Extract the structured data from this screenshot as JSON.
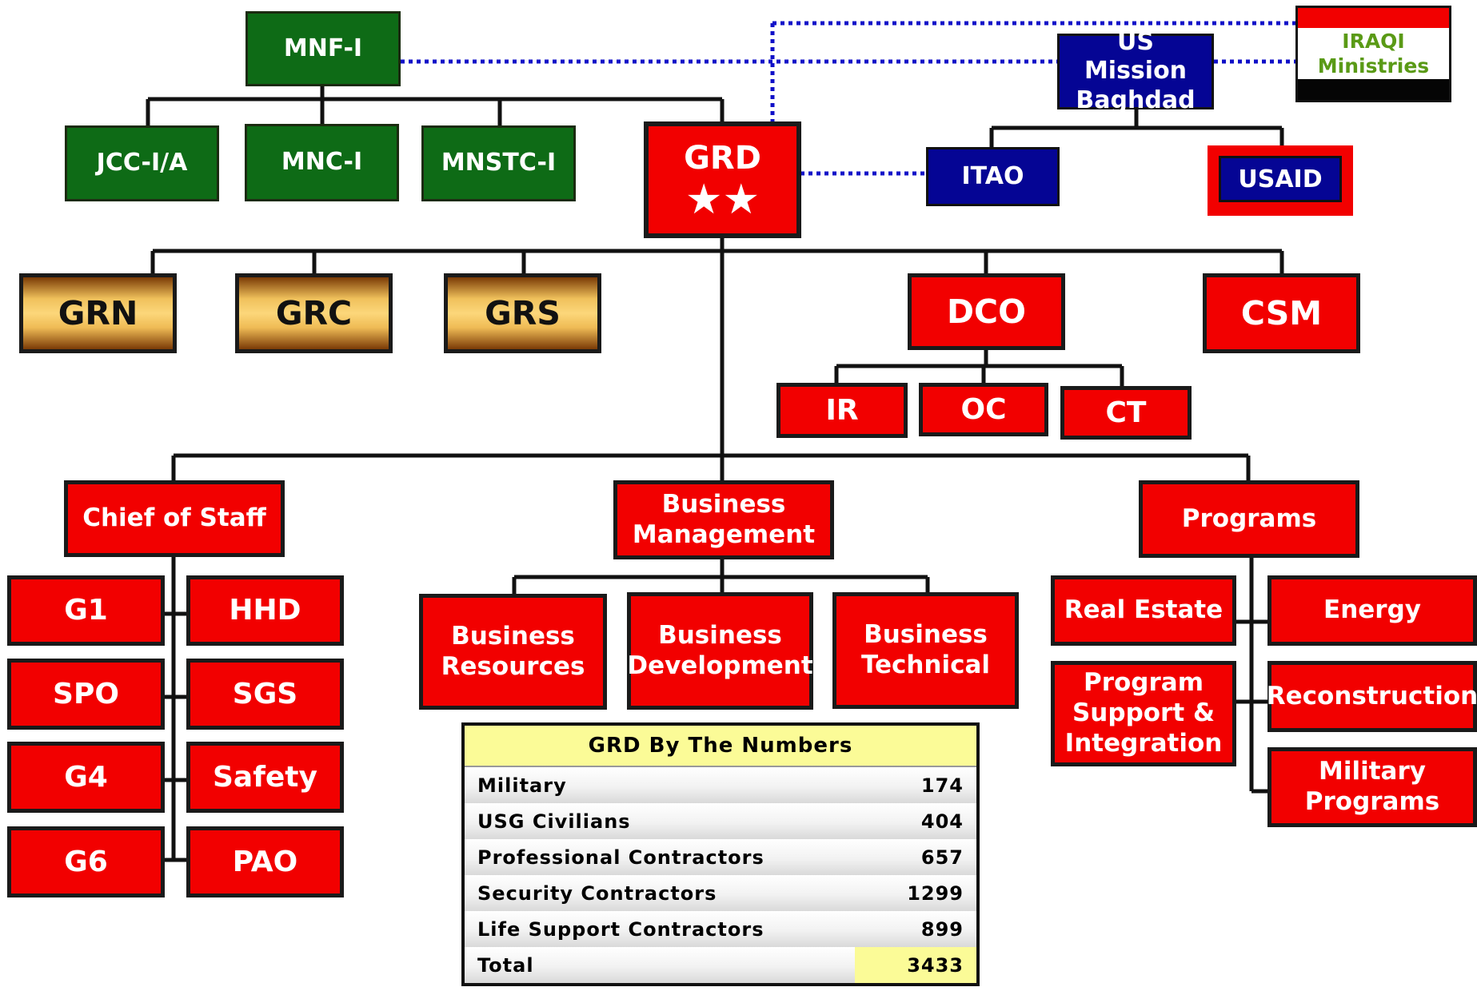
{
  "top": {
    "mnf_i": "MNF-I",
    "jcc": "JCC-I/A",
    "mnc": "MNC-I",
    "mnstc": "MNSTC-I",
    "grd": "GRD",
    "grd_stars": "★★",
    "us_mission": "US Mission Baghdad",
    "iraqi_ministries": "IRAQI Ministries",
    "itao": "ITAO",
    "usaid": "USAID"
  },
  "regions": {
    "grn": "GRN",
    "grc": "GRC",
    "grs": "GRS",
    "dco": "DCO",
    "csm": "CSM",
    "ir": "IR",
    "oc": "OC",
    "ct": "CT"
  },
  "staff": {
    "chief": "Chief of Staff",
    "items": [
      "G1",
      "HHD",
      "SPO",
      "SGS",
      "G4",
      "Safety",
      "G6",
      "PAO"
    ]
  },
  "business": {
    "management": "Business Management",
    "resources": "Business Resources",
    "development": "Business Development",
    "technical": "Business Technical"
  },
  "programs": {
    "head": "Programs",
    "real_estate": "Real Estate",
    "energy": "Energy",
    "psi": "Program Support & Integration",
    "reconstruction": "Reconstruction",
    "military": "Military Programs"
  },
  "numbers": {
    "title": "GRD By The Numbers",
    "rows": [
      {
        "label": "Military",
        "value": "174"
      },
      {
        "label": "USG Civilians",
        "value": "404"
      },
      {
        "label": "Professional Contractors",
        "value": "657"
      },
      {
        "label": "Security Contractors",
        "value": "1299"
      },
      {
        "label": "Life Support Contractors",
        "value": "899"
      },
      {
        "label": "Total",
        "value": "3433"
      }
    ]
  },
  "colors": {
    "hq_green": "#0e6b16",
    "unit_red": "#f20000",
    "mission_blue": "#050594",
    "dotted_link": "#1010c8",
    "highlight_yellow": "#fbfb97"
  }
}
